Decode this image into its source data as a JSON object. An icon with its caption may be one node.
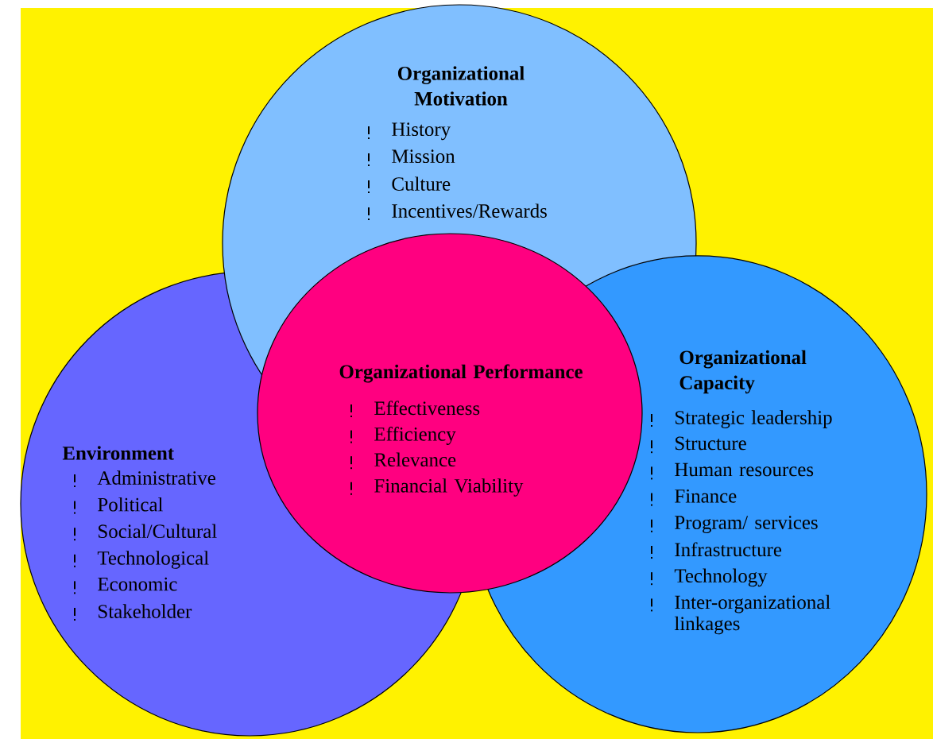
{
  "diagram": {
    "nodes": [
      {
        "text": [
          "Environment",
          "Administrative",
          "Political",
          "Social/Cultural",
          "Technological",
          "Economic",
          "Stakeholder"
        ]
      },
      {
        "text": [
          "Organizational Motivation",
          "History",
          "Mission",
          "Culture",
          "Incentives/Rewards"
        ]
      },
      {
        "text": [
          "Organizational Capacity",
          "Strategic leadership",
          "Structure",
          "Human resources",
          "Finance",
          "Program/ services",
          "Infrastructure",
          "Technology",
          "Inter-organizational linkages"
        ]
      },
      {
        "text": [
          "Organizational Performance",
          "Effectiveness",
          "Efficiency",
          "Relevance",
          "Financial Viability"
        ]
      }
    ]
  }
}
